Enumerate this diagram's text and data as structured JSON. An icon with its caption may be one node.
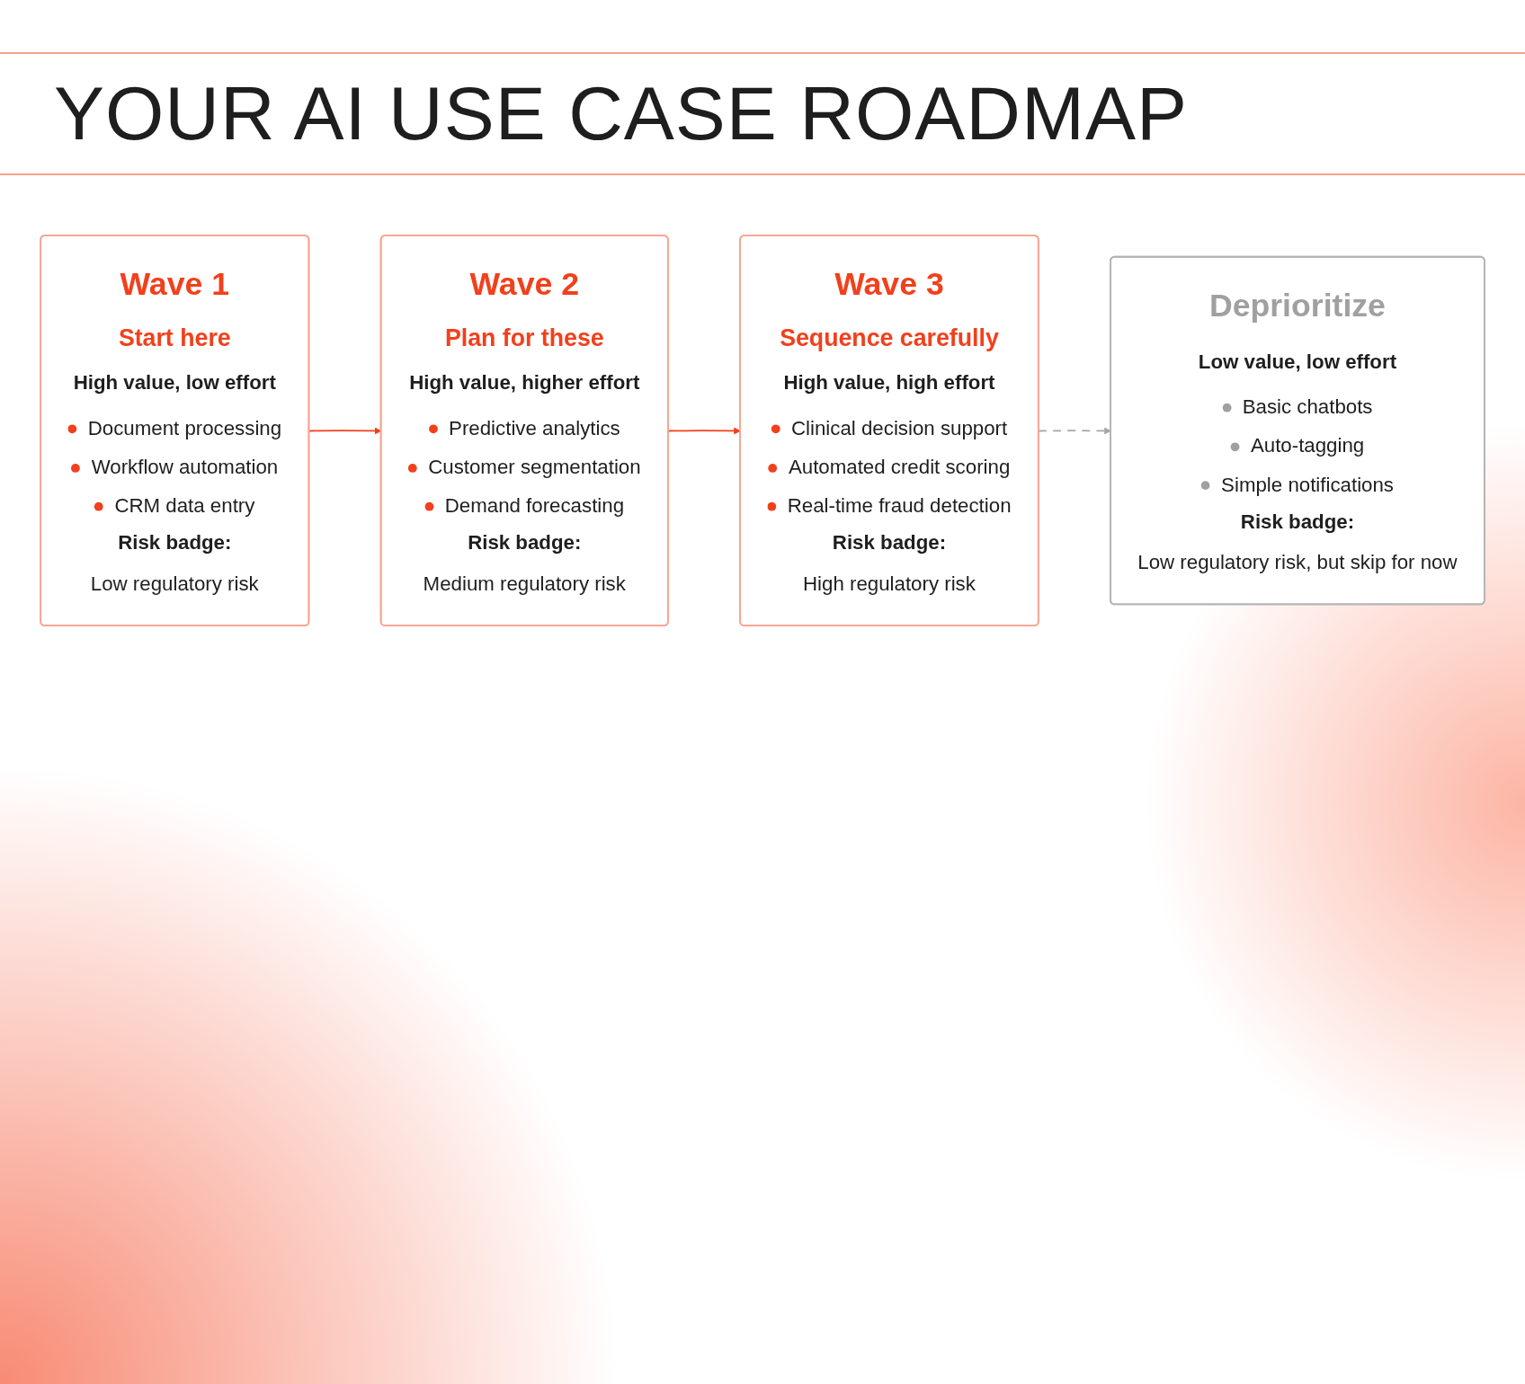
{
  "diagram": {
    "title": "YOUR AI USE CASE ROADMAP",
    "nodes": [
      {
        "text": [
          "Wave 1",
          "Start here",
          "High value, low effort",
          "Document processing",
          "Workflow automation",
          "CRM data entry",
          "Risk badge:",
          "Low regulatory risk"
        ]
      },
      {
        "text": [
          "Wave 2",
          "Plan for these",
          "High value, higher effort",
          "Predictive analytics",
          "Customer segmentation",
          "Demand forecasting",
          "Risk badge:",
          "Medium regulatory risk"
        ]
      },
      {
        "text": [
          "Wave 3",
          "Sequence carefully",
          "High value, high effort",
          "Clinical decision support",
          "Automated credit scoring",
          "Real-time fraud detection",
          "Risk badge:",
          "High regulatory risk"
        ]
      },
      {
        "text": [
          "Deprioritize",
          "Low value, low effort",
          "Basic chatbots",
          "Auto-tagging",
          "Simple notifications",
          "Risk badge:",
          "Low regulatory risk, but skip for now"
        ]
      }
    ],
    "edges": [
      {
        "from": 0,
        "to": 1,
        "arrow": "to"
      },
      {
        "from": 1,
        "to": 2,
        "arrow": "to"
      },
      {
        "from": 2,
        "to": 3,
        "arrow": "to",
        "style": "dashed",
        "color": "#a6a6a6"
      }
    ]
  }
}
